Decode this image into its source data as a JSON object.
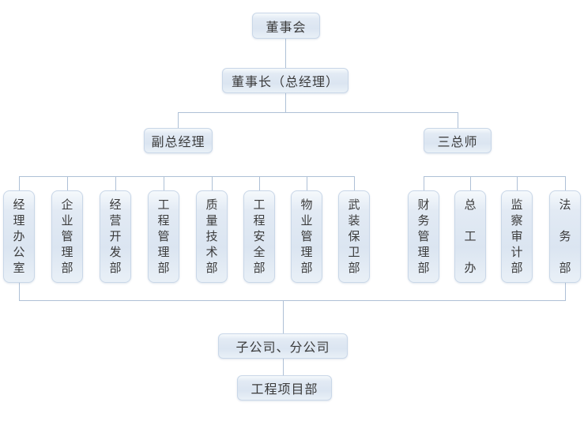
{
  "org_chart": {
    "board": "董事会",
    "chairman": "董事长（总经理）",
    "deputy_gm": "副总经理",
    "three_chiefs": "三总师",
    "left_departments": [
      "经理办公室",
      "企业管理部",
      "经营开发部",
      "工程管理部",
      "质量技术部",
      "工程安全部",
      "物业管理部",
      "武装保卫部"
    ],
    "right_departments": [
      "财务管理部",
      "总工办",
      "监察审计部",
      "法务部"
    ],
    "subsidiaries": "子公司、分公司",
    "project_dept": "工程项目部"
  },
  "colors": {
    "box_fill": "#dbe5f1",
    "box_border": "#c9d7e8",
    "connector_line": "#aec0d6",
    "text": "#3b3b3b",
    "background": "#ffffff"
  }
}
